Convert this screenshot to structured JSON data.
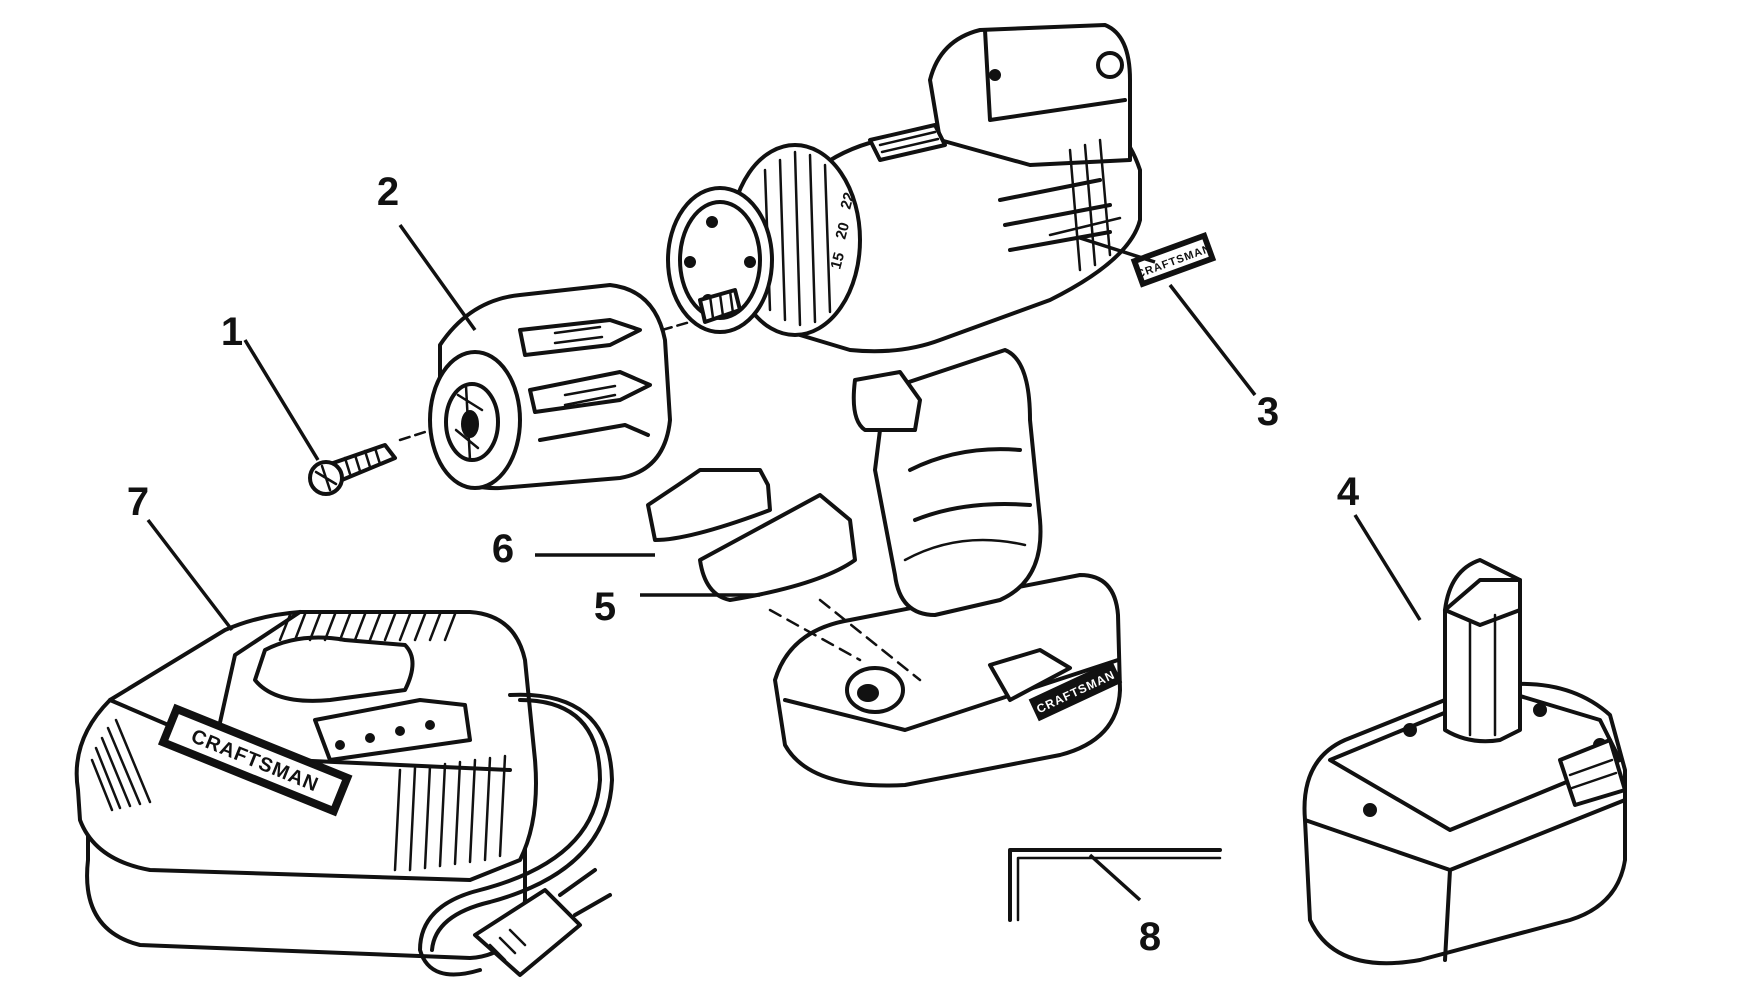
{
  "diagram": {
    "callouts": [
      {
        "id": "1",
        "label": "1"
      },
      {
        "id": "2",
        "label": "2"
      },
      {
        "id": "3",
        "label": "3"
      },
      {
        "id": "4",
        "label": "4"
      },
      {
        "id": "5",
        "label": "5"
      },
      {
        "id": "6",
        "label": "6"
      },
      {
        "id": "7",
        "label": "7"
      },
      {
        "id": "8",
        "label": "8"
      }
    ],
    "brand_labels": {
      "nameplate": "CRAFTSMAN",
      "charger": "CRAFTSMAN",
      "drill_base": "CRAFTSMAN"
    },
    "clutch_dial": {
      "marks": [
        "15",
        "20",
        "22"
      ]
    }
  }
}
